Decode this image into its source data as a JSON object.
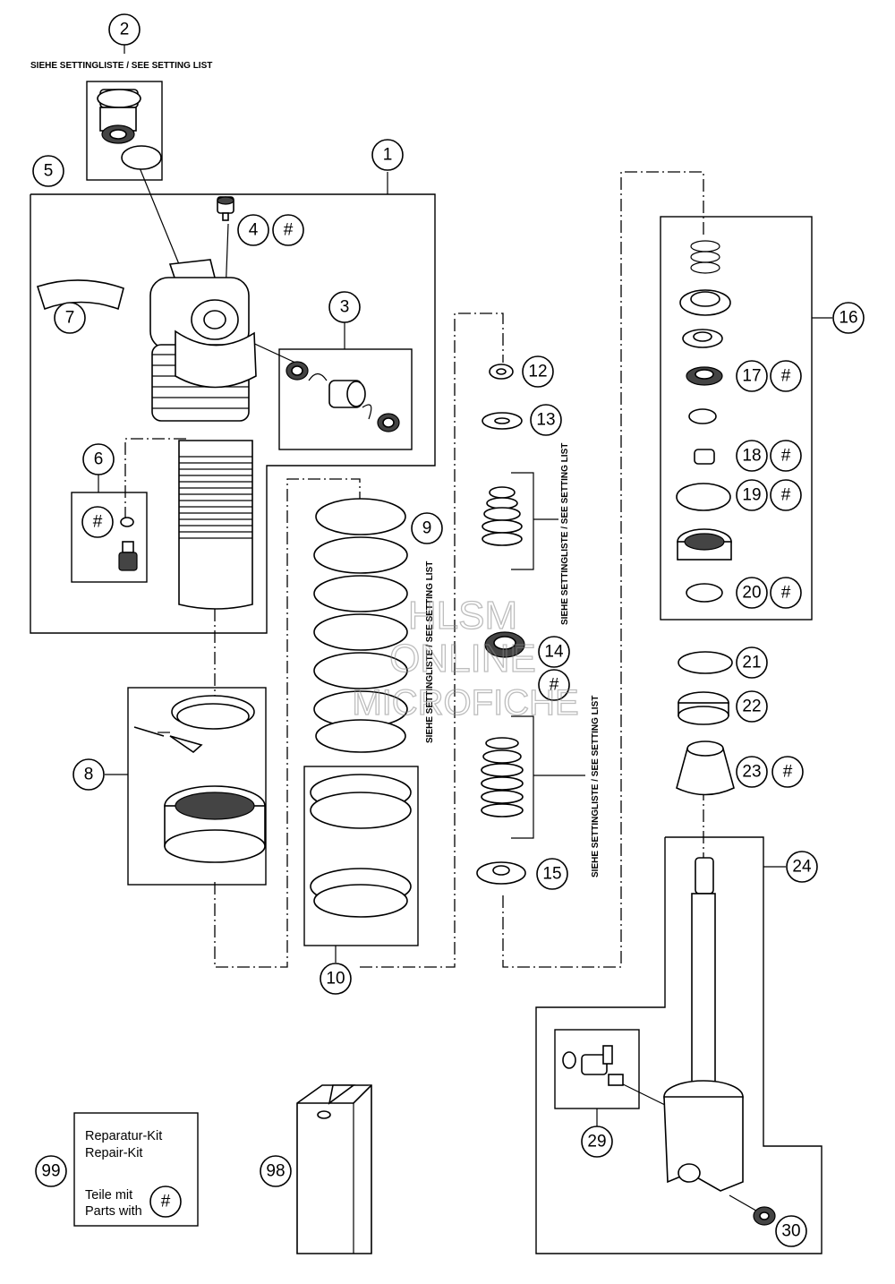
{
  "note_setting_list": "SIEHE SETTINGLISTE / SEE SETTING LIST",
  "hash_symbol": "#",
  "callouts": [
    "1",
    "2",
    "3",
    "4",
    "5",
    "6",
    "7",
    "8",
    "9",
    "10",
    "12",
    "13",
    "14",
    "15",
    "16",
    "17",
    "18",
    "19",
    "20",
    "21",
    "22",
    "23",
    "24",
    "29",
    "30",
    "98",
    "99"
  ],
  "repair_kit": {
    "line1": "Reparatur-Kit",
    "line2": "Repair-Kit",
    "line3": "Teile mit",
    "line4": "Parts with"
  },
  "watermark": {
    "line1": "HLSM",
    "line2": "ONLINE",
    "line3": "MICROFICHE"
  },
  "colors": {
    "ink": "#000000",
    "watermark": "#888888"
  }
}
